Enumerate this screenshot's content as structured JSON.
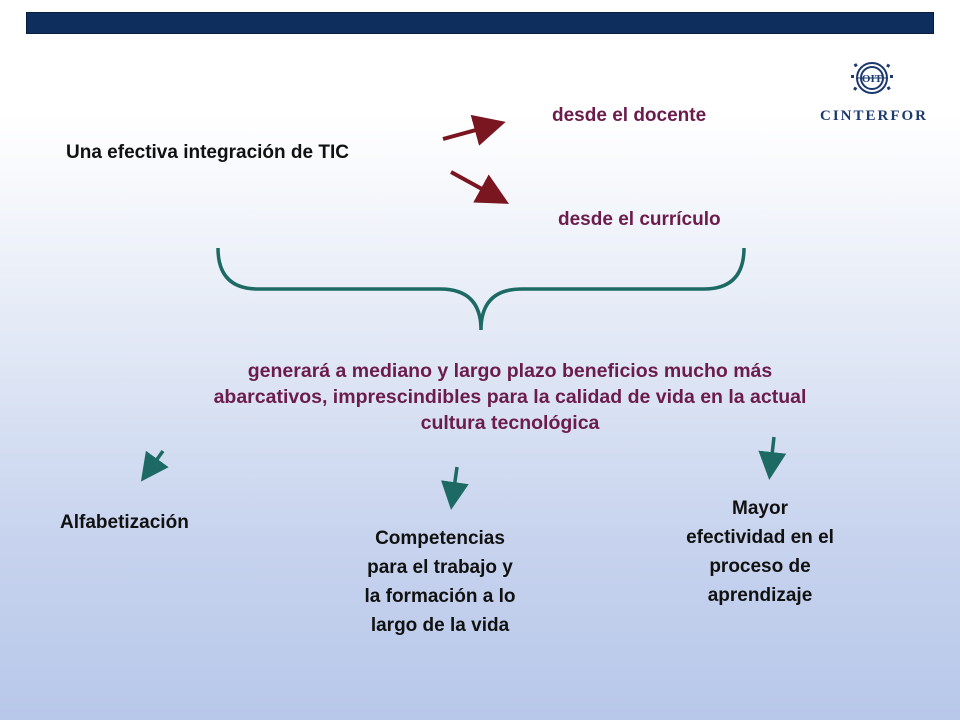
{
  "main_title": "Una efectiva integración de TIC",
  "branches": {
    "docente": "desde el docente",
    "curriculo": "desde el currículo"
  },
  "central_text": "generará a mediano y largo plazo beneficios mucho más\nabarcativos,  imprescindibles para la calidad de vida en la actual\ncultura tecnológica",
  "outcomes": [
    "Alfabetización",
    "Competencias\npara el trabajo y\nla formación a lo\nlargo de la vida",
    "Mayor\nefectividad en el\nproceso de\naprendizaje"
  ],
  "logo": {
    "emblem_text": "OIT",
    "wordmark": "CINTERFOR"
  },
  "colors": {
    "header_bar": "#0e2f5d",
    "branch_arrows": "#7a1620",
    "branch_text": "#6b1c4c",
    "brace_and_outcome_arrows": "#1d6a64",
    "logo": "#1d3a6e"
  }
}
